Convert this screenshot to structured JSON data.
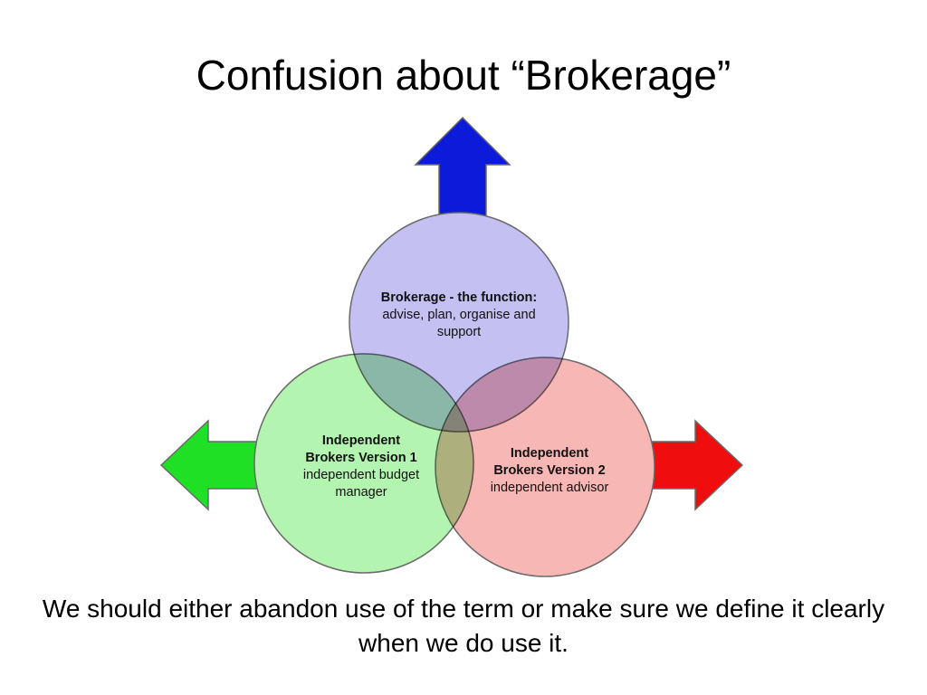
{
  "slide": {
    "title": "Confusion about “Brokerage”",
    "caption": "We should either abandon use of the term or make sure we define it clearly when we do use it."
  },
  "diagram": {
    "circles": [
      {
        "id": "function",
        "heading": "Brokerage - the function:",
        "body_line1": "advise, plan, organise and",
        "body_line2": "support",
        "fill": "#c4c0f2",
        "arrow_color": "#0b1bd9",
        "arrow_direction": "up"
      },
      {
        "id": "version1",
        "heading_line1": "Independent",
        "heading_line2": "Brokers Version 1",
        "body_line1": "independent budget",
        "body_line2": "manager",
        "fill": "#b3f4b0",
        "arrow_color": "#1fe025",
        "arrow_direction": "left"
      },
      {
        "id": "version2",
        "heading_line1": "Independent",
        "heading_line2": "Brokers Version 2",
        "body_line1": "independent advisor",
        "fill": "#f6b7b5",
        "arrow_color": "#ef0d0d",
        "arrow_direction": "right"
      }
    ],
    "stroke_color": "#6a6a6a"
  }
}
